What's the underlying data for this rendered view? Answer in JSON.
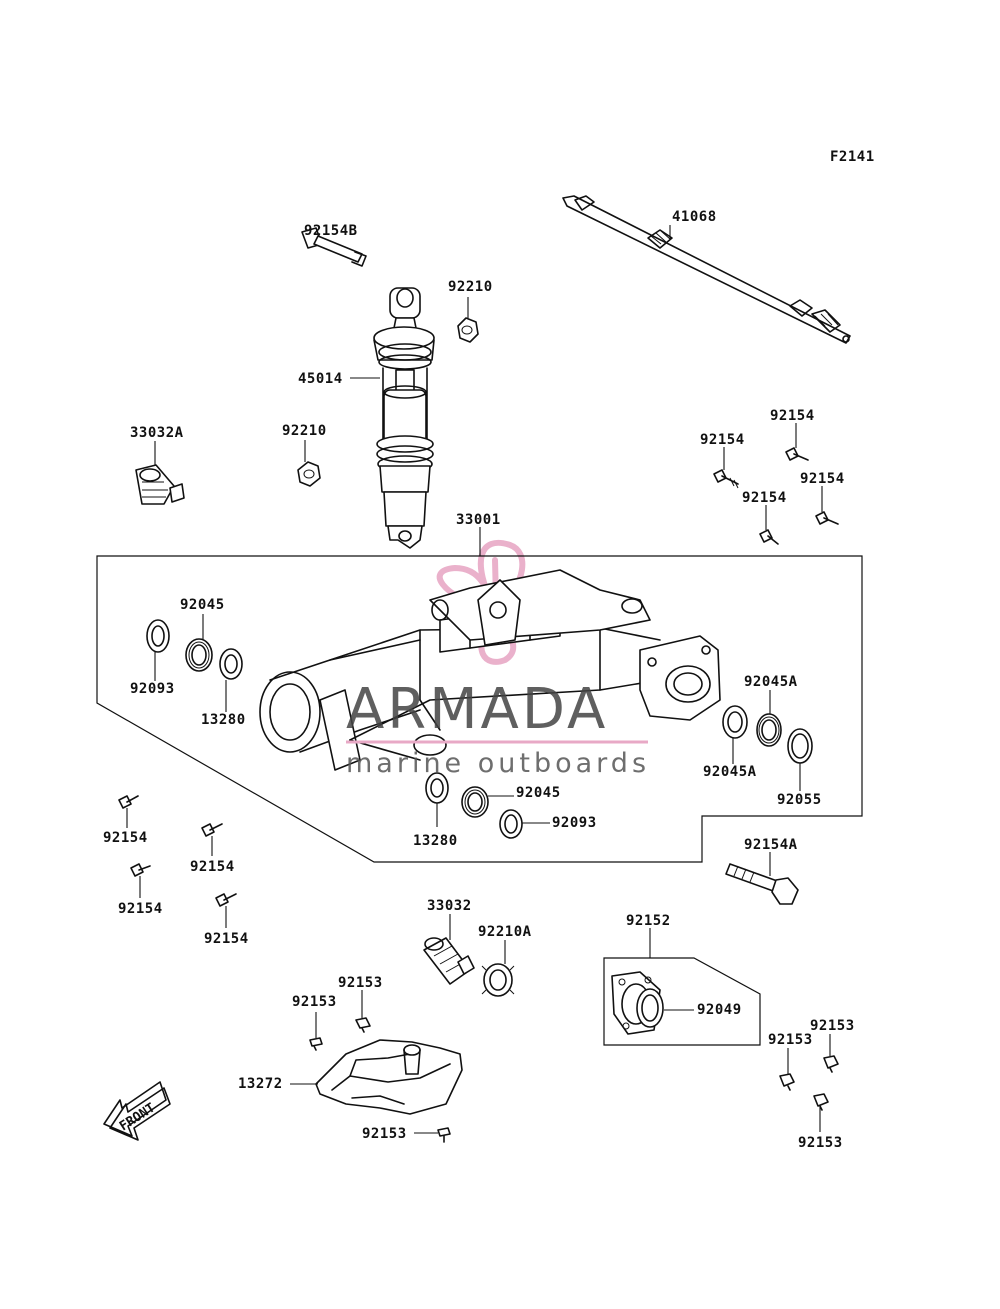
{
  "figure_code": "F2141",
  "watermark": {
    "brand": "ARMADA",
    "tagline": "marine outboards",
    "logo_color": "#e8a9c6"
  },
  "front_marker": "FRONT",
  "labels": {
    "l41068": "41068",
    "l92154B": "92154B",
    "l92210_top": "92210",
    "l45014": "45014",
    "l92210_mid": "92210",
    "l33032A": "33032A",
    "l33001": "33001",
    "l92154_r1": "92154",
    "l92154_r2": "92154",
    "l92154_r3": "92154",
    "l92154_r4": "92154",
    "l92045_left": "92045",
    "l92093_left": "92093",
    "l13280_left": "13280",
    "l92045A_top": "92045A",
    "l92045A_bottom": "92045A",
    "l92055": "92055",
    "l92045_center": "92045",
    "l92093_center": "92093",
    "l13280_center": "13280",
    "l92154_l1": "92154",
    "l92154_l2": "92154",
    "l92154_l3": "92154",
    "l92154_l4": "92154",
    "l92154A": "92154A",
    "l33032": "33032",
    "l92210A": "92210A",
    "l92152": "92152",
    "l92049": "92049",
    "l92153_a": "92153",
    "l92153_b": "92153",
    "l13272": "13272",
    "l92153_c": "92153",
    "l92153_d": "92153",
    "l92153_e": "92153",
    "l92153_f": "92153"
  }
}
